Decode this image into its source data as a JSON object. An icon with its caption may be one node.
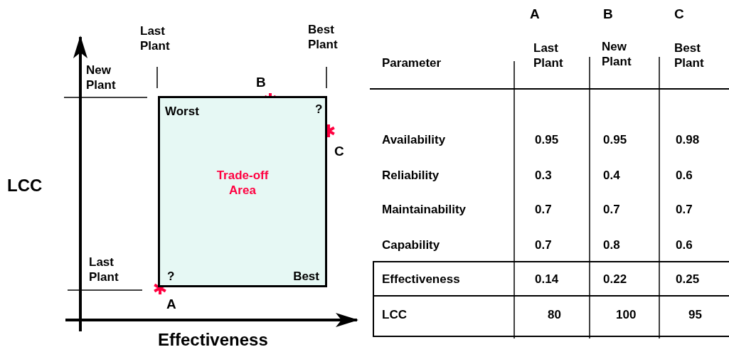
{
  "diagram": {
    "nodes": [
      {
        "text": [
          "Worst",
          "?",
          "Trade-off Area",
          "?",
          "Best"
        ]
      }
    ],
    "labels": [
      "Last Plant",
      "Best Plant",
      "New Plant",
      "B",
      "C",
      "LCC",
      "Last Plant",
      "A",
      "Effectiveness",
      "A",
      "B",
      "C",
      "Parameter",
      "Last Plant",
      "New Plant",
      "Best Plant",
      "Availability",
      "0.95",
      "0.95",
      "0.98",
      "Reliability",
      "0.3",
      "0.4",
      "0.6",
      "Maintainability",
      "0.7",
      "0.7",
      "0.7",
      "Capability",
      "0.7",
      "0.8",
      "0.6",
      "Effectiveness",
      "0.14",
      "0.22",
      "0.25",
      "LCC",
      "80",
      "100",
      "95"
    ]
  }
}
